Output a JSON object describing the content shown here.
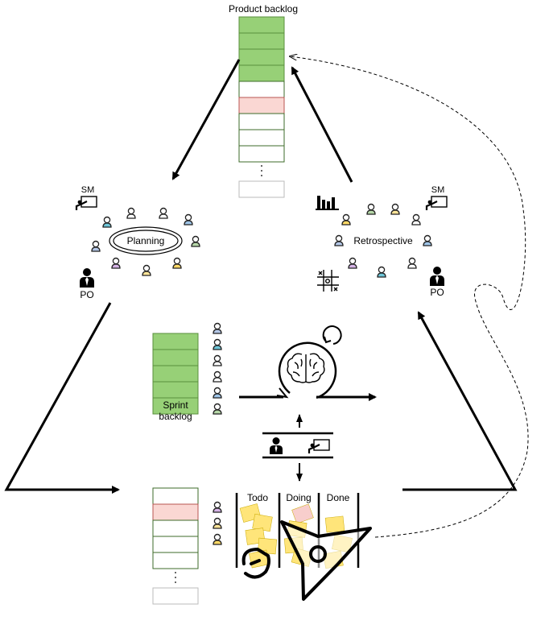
{
  "labels": {
    "product_backlog": "Product backlog",
    "sm_left": "SM",
    "sm_right": "SM",
    "po_left": "PO",
    "po_right": "PO",
    "planning": "Planning",
    "retrospective": "Retrospective",
    "sprint_backlog_line1": "Sprint",
    "sprint_backlog_line2": "backlog",
    "board_todo": "Todo",
    "board_doing": "Doing",
    "board_done": "Done"
  },
  "colors": {
    "done_item": "#97d077",
    "done_item_border": "#5a8f3c",
    "blocked_item": "#fad7d3",
    "blocked_item_border": "#b85450",
    "sticky_note": "#ffe57a",
    "sticky_note_pink": "#f8cecc",
    "stroke": "#000000"
  },
  "product_backlog_items": [
    "done",
    "done",
    "done",
    "done",
    "open",
    "blocked",
    "open",
    "open",
    "open"
  ],
  "sprint_backlog_items": [
    "done",
    "done",
    "done",
    "done",
    "done"
  ],
  "increment_items": [
    "open",
    "blocked",
    "open",
    "open",
    "open"
  ],
  "icons": {
    "team_member": "user-icon",
    "scrum_master": "teacher-board-icon",
    "product_owner": "business-person-icon",
    "metrics": "bar-chart-icon",
    "tactics": "tic-tac-toe-icon",
    "brain": "brain-icon",
    "rocket": "rocket-icon"
  },
  "team_colors": [
    "#6ec6d8",
    "#ffffff",
    "#ffffff",
    "#9fc5e8",
    "#b6d7a8",
    "#b4c7e7",
    "#d5b3e6",
    "#ffe599",
    "#ffd966"
  ]
}
